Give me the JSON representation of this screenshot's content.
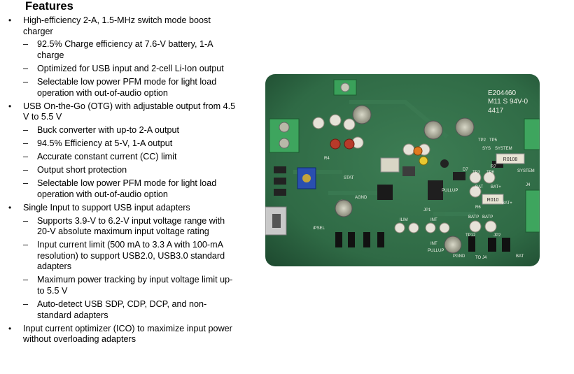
{
  "title": "Features",
  "bullets": [
    {
      "text": "High-efficiency 2-A, 1.5-MHz switch mode boost charger",
      "sub": [
        "92.5% Charge efficiency at 7.6-V battery, 1-A charge",
        "Optimized for USB input and 2-cell Li-Ion output",
        "Selectable low power PFM mode for light load operation with out-of-audio option"
      ]
    },
    {
      "text": "USB On-the-Go (OTG) with adjustable output from 4.5 V to 5.5 V",
      "sub": [
        "Buck converter with up-to 2-A output",
        "94.5% Efficiency at 5-V, 1-A output",
        "Accurate constant current (CC) limit",
        "Output short protection",
        "Selectable low power PFM mode for light load operation with out-of-audio option"
      ]
    },
    {
      "text": "Single Input to support USB input adapters",
      "sub": [
        "Supports 3.9-V to 6.2-V input voltage range with 20-V absolute maximum input voltage rating",
        "Input current limit (500 mA to 3.3 A with 100-mA resolution) to support USB2.0, USB3.0 standard adapters",
        "Maximum power tracking by input voltage limit up-to 5.5 V",
        "Auto-detect USB SDP, CDP, DCP, and non-standard adapters"
      ]
    },
    {
      "text": "Input current optimizer (ICO) to maximize input power without overloading adapters",
      "sub": []
    }
  ],
  "board": {
    "board_id": "E204460",
    "rating": "M11 S 94V-0",
    "date_code": "4417",
    "pcb_color": "#2f6a45",
    "labels": {
      "sys1": "SYS",
      "sys2": "SYSTEM",
      "sys_right": "SYSTEM",
      "bat1": "BAT",
      "bat2": "BAT+",
      "batp1": "BATP",
      "batp2": "BATP",
      "bat_plus": "BAT+",
      "pgnd": "PGND",
      "pullup1": "PULLUP",
      "pullup2": "PULLUP",
      "psel": "/PSEL",
      "int1": "INT",
      "int2": "INT",
      "stat": "STAT",
      "ilim": "ILIM",
      "agnd": "AGND",
      "r_sys": "R0108",
      "r_bat": "R010",
      "j4": "J4",
      "d7": "D7",
      "tp2": "TP2",
      "tp3": "TP3",
      "tp5": "TP5",
      "tp6": "TP6",
      "tp12": "TP12",
      "jp1": "JP1",
      "jp2": "JP2",
      "r6": "R6",
      "r7": "R7",
      "r4": "R4",
      "to_j4": "TO J4",
      "bat_bottom": "BAT"
    }
  }
}
